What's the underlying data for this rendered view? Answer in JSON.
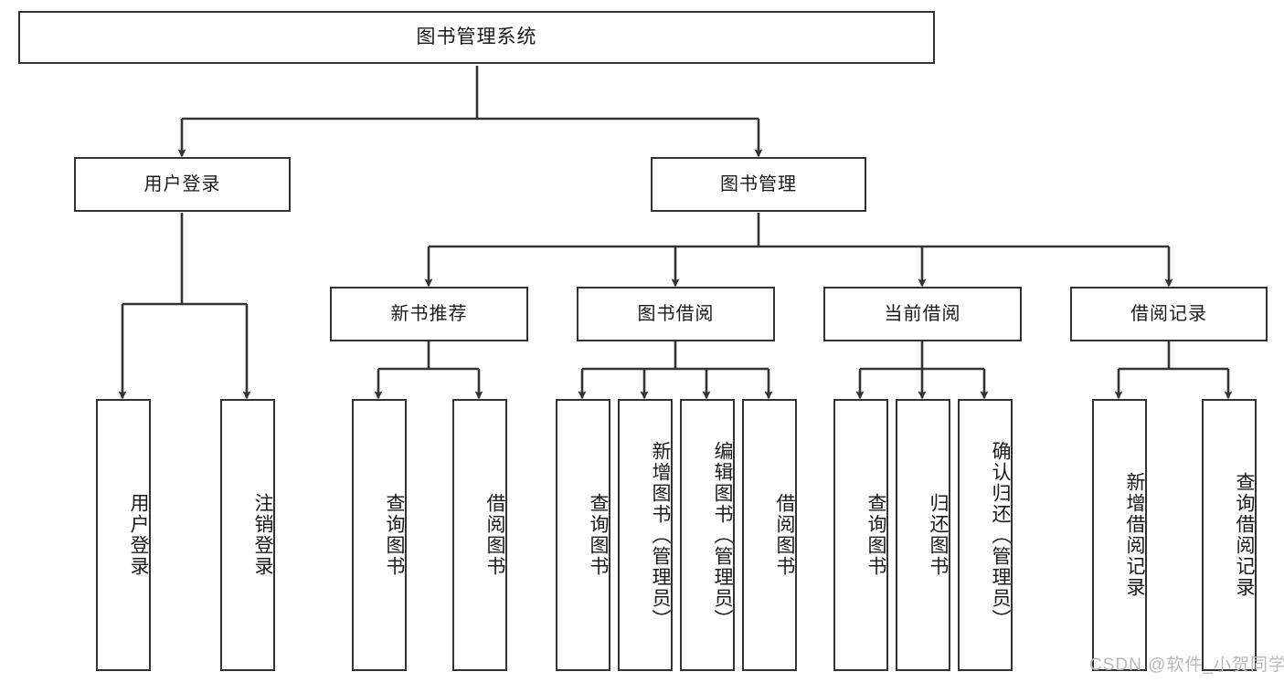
{
  "diagram": {
    "title": "图书管理系统",
    "type": "tree-hierarchy",
    "watermark": "CSDN @软件_小贺同学",
    "colors": {
      "background": "#ffffff",
      "box_border": "#333333",
      "box_fill": "#ffffff",
      "text": "#1a1a1a",
      "edge": "#333333",
      "watermark": "#b9b9b9"
    },
    "root": {
      "label": "图书管理系统"
    },
    "level2": [
      {
        "id": "user-login",
        "label": "用户登录"
      },
      {
        "id": "book-manage",
        "label": "图书管理"
      }
    ],
    "level3": [
      {
        "id": "new-book-rec",
        "label": "新书推荐",
        "parent": "book-manage"
      },
      {
        "id": "book-borrow",
        "label": "图书借阅",
        "parent": "book-manage"
      },
      {
        "id": "current-borrow",
        "label": "当前借阅",
        "parent": "book-manage"
      },
      {
        "id": "borrow-record",
        "label": "借阅记录",
        "parent": "book-manage"
      }
    ],
    "leaves": [
      {
        "id": "leaf-user-login",
        "label": "用户登录",
        "parent": "user-login"
      },
      {
        "id": "leaf-logout-login",
        "label": "注销登录",
        "parent": "user-login"
      },
      {
        "id": "leaf-query-book-1",
        "label": "查询图书",
        "parent": "new-book-rec"
      },
      {
        "id": "leaf-borrow-book-1",
        "label": "借阅图书",
        "parent": "new-book-rec"
      },
      {
        "id": "leaf-query-book-2",
        "label": "查询图书",
        "parent": "book-borrow"
      },
      {
        "id": "leaf-add-book",
        "label": "新增图书（管理员）",
        "parent": "book-borrow"
      },
      {
        "id": "leaf-edit-book",
        "label": "编辑图书（管理员）",
        "parent": "book-borrow"
      },
      {
        "id": "leaf-borrow-book-2",
        "label": "借阅图书",
        "parent": "book-borrow"
      },
      {
        "id": "leaf-query-book-3",
        "label": "查询图书",
        "parent": "current-borrow"
      },
      {
        "id": "leaf-return-book",
        "label": "归还图书",
        "parent": "current-borrow"
      },
      {
        "id": "leaf-confirm-return",
        "label": "确认归还（管理员）",
        "parent": "current-borrow"
      },
      {
        "id": "leaf-add-record",
        "label": "新增借阅记录",
        "parent": "borrow-record"
      },
      {
        "id": "leaf-query-record",
        "label": "查询借阅记录",
        "parent": "borrow-record"
      }
    ]
  }
}
